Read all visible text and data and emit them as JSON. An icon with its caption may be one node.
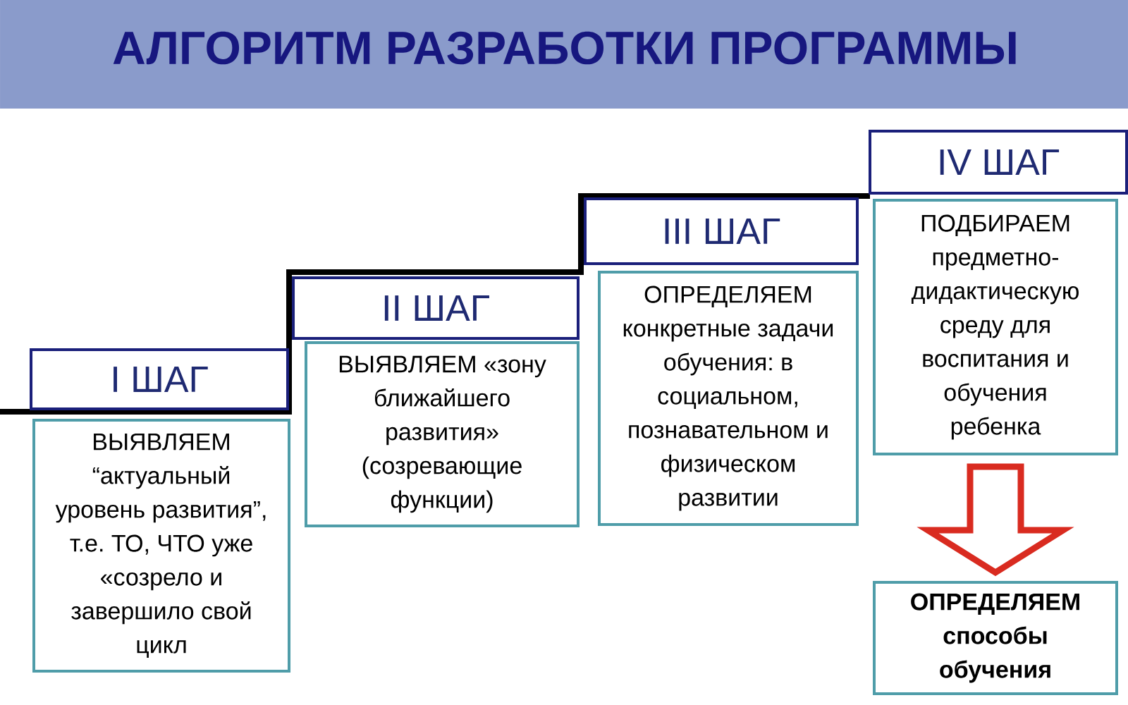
{
  "diagram": {
    "title": "АЛГОРИТМ РАЗРАБОТКИ ПРОГРАММЫ",
    "nodes": [
      {
        "text": [
          "I ШАГ"
        ]
      },
      {
        "text": [
          "ВЫЯВЛЯЕМ “актуальный уровень развития”, т.е. ТО, ЧТО уже «созрело и завершило свой цикл"
        ]
      },
      {
        "text": [
          "II ШАГ"
        ]
      },
      {
        "text": [
          "ВЫЯВЛЯЕМ «зону ближайшего развития» (созревающие функции)"
        ]
      },
      {
        "text": [
          "III ШАГ"
        ]
      },
      {
        "text": [
          "ОПРЕДЕЛЯЕМ конкретные задачи обучения: в социальном, познавательном и физическом развитии"
        ]
      },
      {
        "text": [
          "IV ШАГ"
        ]
      },
      {
        "text": [
          "ПОДБИРАЕМ предметно- дидактическую среду для воспитания и обучения ребенка"
        ]
      },
      {
        "text": [
          "ОПРЕДЕЛЯЕМ способы обучения"
        ]
      }
    ],
    "edges": [
      {
        "from": 7,
        "to": 8,
        "arrow": "to",
        "color": "#d92b20"
      }
    ]
  }
}
